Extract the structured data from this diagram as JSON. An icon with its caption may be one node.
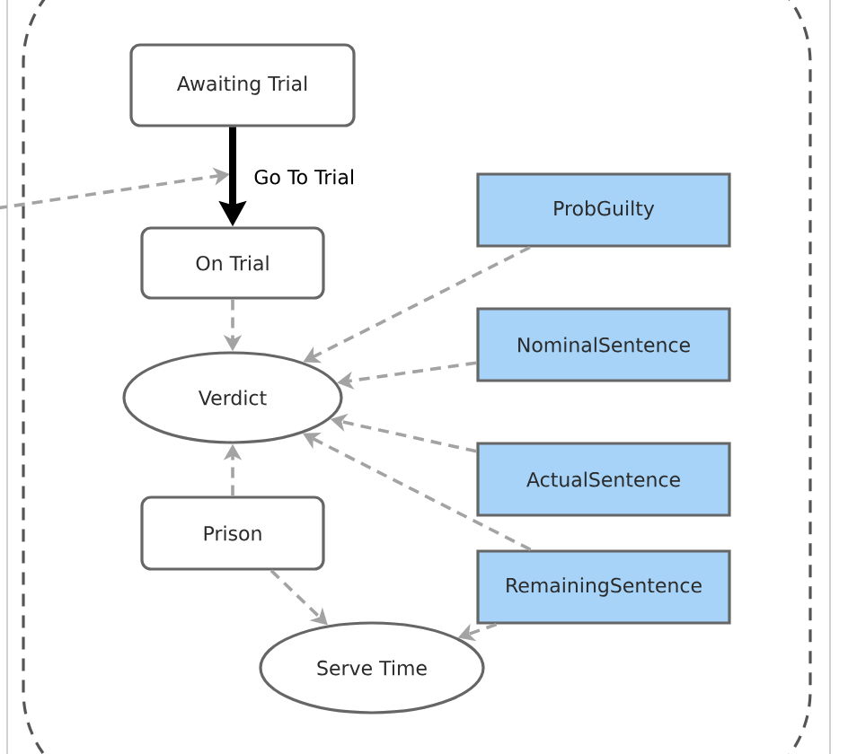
{
  "diagram": {
    "nodes": [
      {
        "text": [],
        "shape": "box"
      },
      {
        "text": [
          "Awaiting Trial"
        ],
        "in": 0
      },
      {
        "text": [
          "ProbGuilty"
        ],
        "in": 0
      },
      {
        "text": [
          "On Trial"
        ],
        "in": 0
      },
      {
        "text": [
          "NominalSentence"
        ],
        "in": 0
      },
      {
        "text": [
          "Verdict"
        ],
        "in": 0
      },
      {
        "text": [
          "ActualSentence"
        ],
        "in": 0
      },
      {
        "text": [
          "Prison"
        ],
        "in": 0
      },
      {
        "text": [
          "RemainingSentence"
        ],
        "in": 0
      },
      {
        "text": [
          "Serve Time"
        ],
        "in": 0
      }
    ],
    "edges": [
      {
        "from": 1,
        "to": 3,
        "arrow": "to",
        "label": "Go To Trial",
        "style": "thick",
        "color": "#000000"
      },
      {
        "from": 3,
        "to": 5,
        "arrow": "to",
        "style": "dashed"
      },
      {
        "from": 2,
        "to": 5,
        "arrow": "to",
        "style": "dashed"
      },
      {
        "from": 4,
        "to": 5,
        "arrow": "to",
        "style": "dashed"
      },
      {
        "from": 6,
        "to": 5,
        "arrow": "to",
        "style": "dashed"
      },
      {
        "from": 8,
        "to": 5,
        "arrow": "to",
        "style": "dashed"
      },
      {
        "from": 7,
        "to": 5,
        "arrow": "to",
        "style": "dashed"
      },
      {
        "from": 7,
        "to": 9,
        "arrow": "to",
        "style": "dashed"
      },
      {
        "from": 8,
        "to": 9,
        "arrow": "to",
        "style": "dashed"
      }
    ]
  }
}
